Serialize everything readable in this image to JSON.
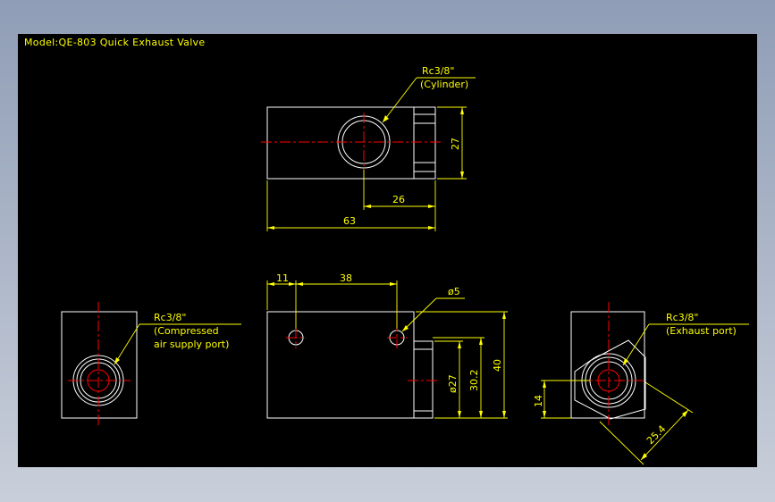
{
  "title": "Model:QE-803 Quick Exhaust Valve",
  "top_view": {
    "port_label": "Rc3/8\"",
    "port_name": "(Cylinder)",
    "dim_height": "27",
    "dim_center": "26",
    "dim_length": "63"
  },
  "front_view": {
    "dim_left": "11",
    "dim_spacing": "38",
    "hole_dia": "ø5",
    "dim_dia": "ø27",
    "dim_center_height": "30.2",
    "dim_height": "40"
  },
  "left_view": {
    "port_label": "Rc3/8\"",
    "port_name_line1": "(Compressed",
    "port_name_line2": "air supply port)"
  },
  "right_view": {
    "port_label": "Rc3/8\"",
    "port_name": "(Exhaust port)",
    "dim_height": "14",
    "dim_diag": "25.4"
  },
  "colors": {
    "outline": "#ffffff",
    "dimension": "#ffff00",
    "centerline": "#ff0000",
    "background": "#000000"
  }
}
